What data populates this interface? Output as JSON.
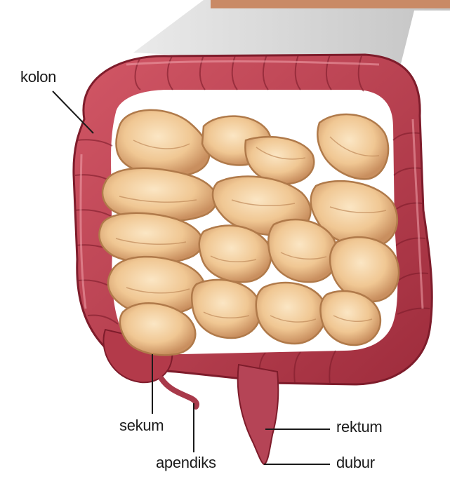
{
  "diagram": {
    "labels": {
      "kolon": "kolon",
      "sekum": "sekum",
      "apendiks": "apendiks",
      "rektum": "rektum",
      "dubur": "dubur"
    },
    "colors": {
      "colon": "#b9404f",
      "colon_dark": "#7e1c2b",
      "colon_light": "#e07a86",
      "small_intestine": "#f3cf9f",
      "small_intestine_shadow": "#c98f5f",
      "background_band": "#d9d9d9",
      "leader_line": "#1a1a1a"
    }
  }
}
